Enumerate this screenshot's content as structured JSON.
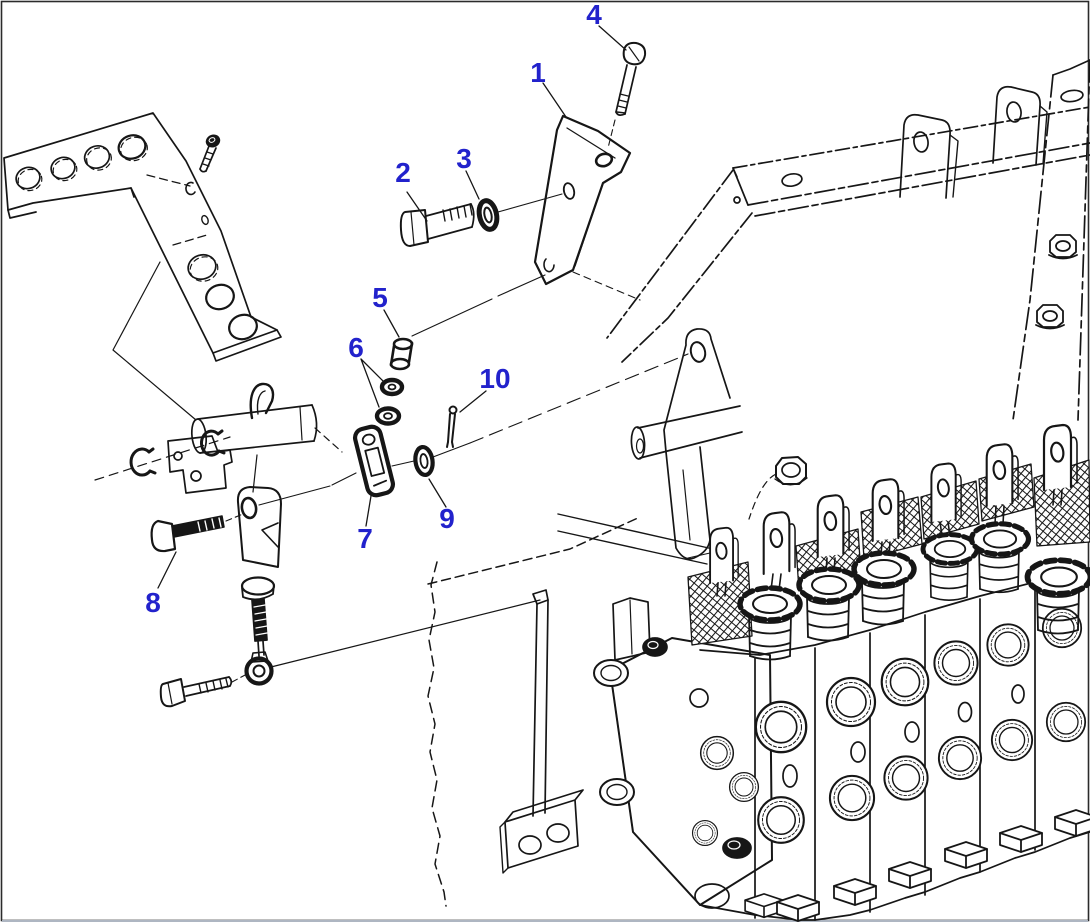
{
  "figure": {
    "kind": "exploded-parts-diagram",
    "background": "#ffffff",
    "line_color": "#161616",
    "callout_color": "#2222cc",
    "callouts": [
      {
        "label": "1"
      },
      {
        "label": "2"
      },
      {
        "label": "3"
      },
      {
        "label": "4"
      },
      {
        "label": "5"
      },
      {
        "label": "6"
      },
      {
        "label": "7"
      },
      {
        "label": "8"
      },
      {
        "label": "9"
      },
      {
        "label": "10"
      }
    ]
  }
}
